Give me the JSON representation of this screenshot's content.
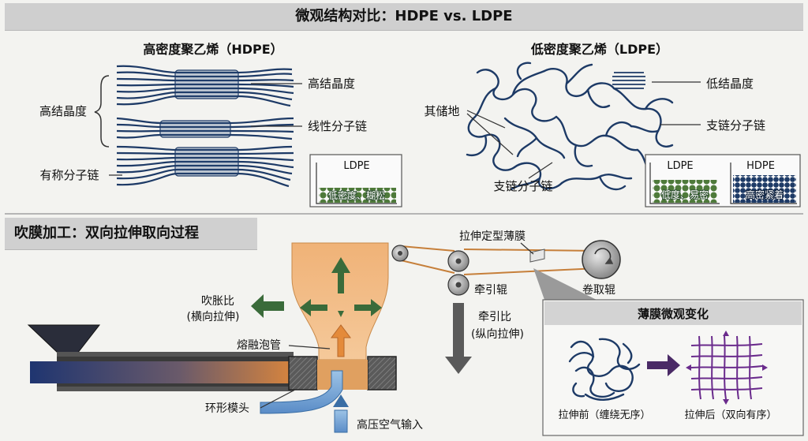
{
  "title": "微观结构对比：HDPE vs. LDPE",
  "hdpe": {
    "heading": "高密度聚乙烯（HDPE）",
    "crystallinity": "高结晶度",
    "linear_chain": "线性分子链",
    "left_crystallinity": "高结晶度",
    "symmetric_chain": "有称分子链",
    "inset_title": "LDPE",
    "inset_caption": "低密度、糊松"
  },
  "ldpe": {
    "heading": "低密度聚乙烯（LDPE）",
    "crystallinity": "低结晶度",
    "branched_chain_right": "支链分子链",
    "amorphous": "其储地",
    "branched_chain_bottom": "支链分子链",
    "inset_left_title": "LDPE",
    "inset_left_caption": "低度、易密",
    "inset_right_title": "HDPE",
    "inset_right_caption": "高密紧着"
  },
  "blow": {
    "heading": "吹膜加工：双向拉伸取向过程",
    "blow_ratio": "吹胀比",
    "blow_ratio_sub": "(横向拉伸)",
    "bubble": "熔融泡管",
    "die": "环形模头",
    "air": "高压空气输入",
    "film": "拉伸定型薄膜",
    "nip_roll": "牵引辊",
    "draw_ratio": "牵引比",
    "draw_ratio_sub": "(纵向拉伸)",
    "winder": "卷取辊"
  },
  "micro": {
    "heading": "薄膜微观变化",
    "before": "拉伸前（缠绕无序）",
    "after": "拉伸后（双向有序）"
  },
  "colors": {
    "chain": "#1d3a66",
    "arrow_green": "#3a6b3a",
    "bubble": "#e8a55f",
    "extruder_blue": "#1f3570",
    "arrow_gray": "#555555",
    "purple": "#6a2b8c"
  }
}
